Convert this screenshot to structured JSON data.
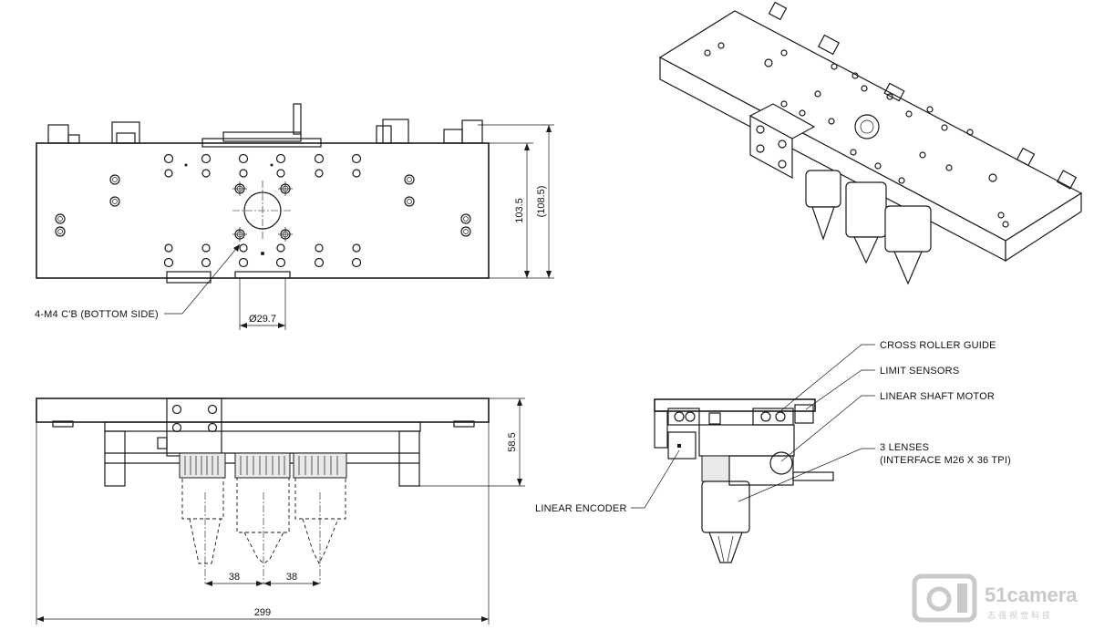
{
  "dimensions": {
    "height": "103.5",
    "height_overall": "(108.5)",
    "bore_diameter": "Ø29.7",
    "front_height": "58.5",
    "pitch_left": "38",
    "pitch_right": "38",
    "total_width": "299"
  },
  "callouts": {
    "tapped_holes": "4-M4 C'B (BOTTOM SIDE)",
    "cross_roller_guide": "CROSS ROLLER GUIDE",
    "limit_sensors": "LIMIT SENSORS",
    "linear_shaft_motor": "LINEAR SHAFT MOTOR",
    "lenses_line1": "3 LENSES",
    "lenses_line2": "(INTERFACE M26 X 36 TPI)",
    "linear_encoder": "LINEAR ENCODER"
  },
  "watermark": {
    "brand": "51camera",
    "tagline": "志强视觉科技",
    "logo_icon": "camera-logo-icon"
  }
}
